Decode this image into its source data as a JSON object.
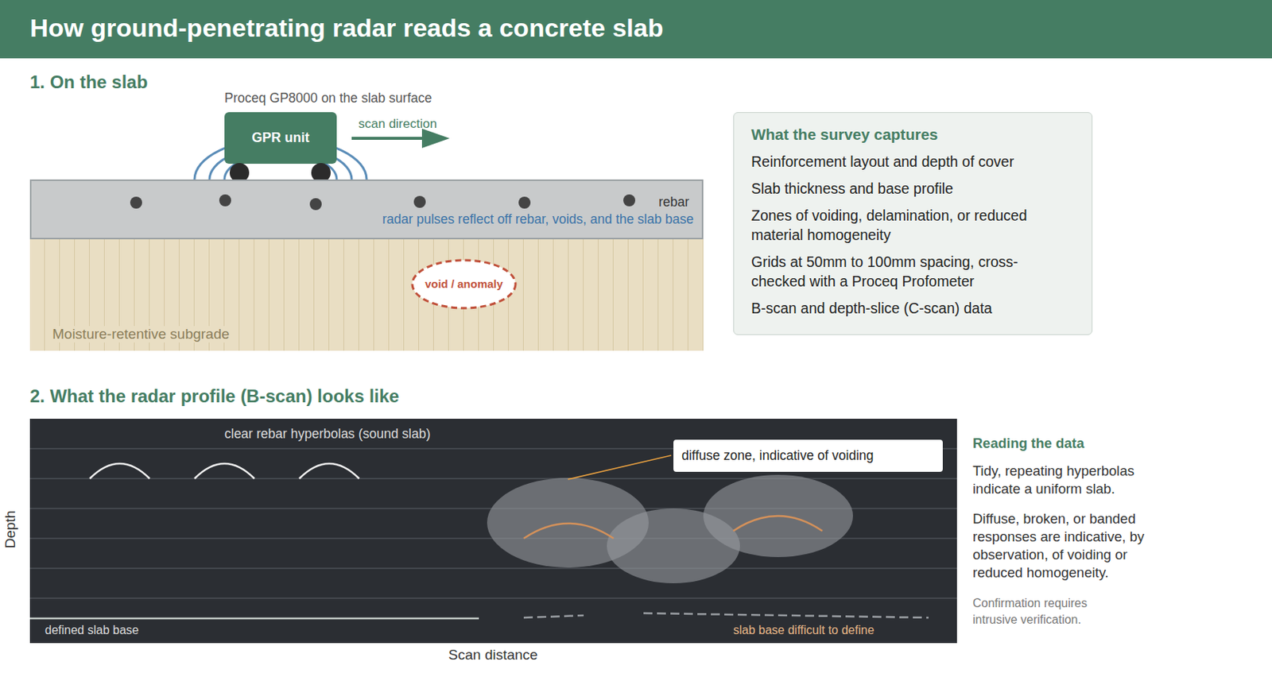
{
  "diagram": {
    "title": "How ground-penetrating radar reads a concrete slab",
    "nodes": [
      {
        "text": [
          "GPR unit"
        ]
      },
      {
        "text": [
          "rebar",
          "radar pulses reflect off rebar, voids, and the slab base"
        ]
      },
      {
        "text": [
          "Moisture-retentive subgrade"
        ]
      },
      {
        "text": [
          "void / anomaly"
        ],
        "in": 2
      },
      {
        "text": [
          "What the survey captures",
          "Reinforcement layout and depth of cover",
          "Slab thickness and base profile",
          "Zones of voiding, delamination, or reduced material homogeneity",
          "Grids at 50mm to 100mm spacing, cross-checked with a Proceq Profometer",
          "B-scan and depth-slice (C-scan) data"
        ]
      },
      {
        "text": [
          "clear rebar hyperbolas (sound slab)",
          "defined slab base",
          "slab base difficult to define"
        ]
      },
      {
        "text": [
          "diffuse zone, indicative of voiding"
        ],
        "in": 5
      }
    ],
    "labels": [
      "1. On the slab",
      "Proceq GP8000 on the slab surface",
      "scan direction",
      "2. What the radar profile (B-scan) looks like",
      "Depth",
      "Scan distance",
      "Reading the data",
      "Tidy, repeating hyperbolas indicate a uniform slab.",
      "Diffuse, broken, or banded responses are indicative, by observation, of voiding or reduced homogeneity.",
      "Confirmation requires intrusive verification."
    ]
  }
}
